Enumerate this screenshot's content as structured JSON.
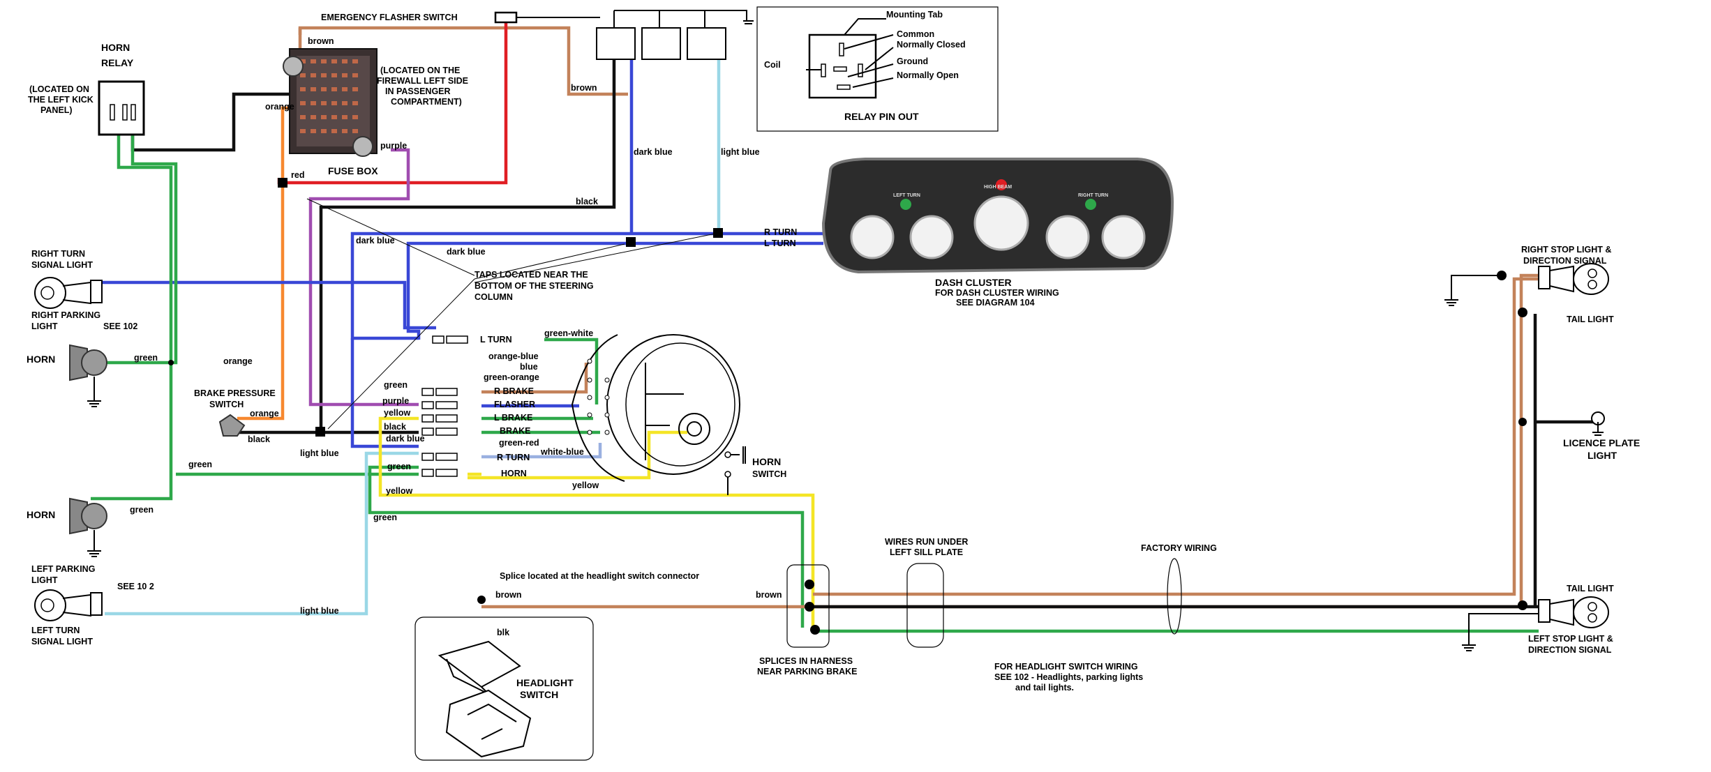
{
  "colors": {
    "black": "#101010",
    "red": "#e01e24",
    "brown": "#c3825a",
    "orange": "#f7882f",
    "green": "#2ea84a",
    "dark_blue": "#3947d6",
    "light_blue": "#9ad7e6",
    "yellow": "#f4e526",
    "purple": "#a04db0",
    "green_white": "#2ea84a",
    "blue": "#3947d6"
  },
  "labels": {
    "emergency_flasher_switch": "EMERGENCY FLASHER SWITCH",
    "horn_relay_1": "HORN",
    "horn_relay_2": "RELAY",
    "horn_relay_loc_1": "(LOCATED ON",
    "horn_relay_loc_2": "THE LEFT KICK",
    "horn_relay_loc_3": "PANEL)",
    "fuse_loc_1": "(LOCATED ON THE",
    "fuse_loc_2": "FIREWALL LEFT SIDE",
    "fuse_loc_3": "IN PASSENGER",
    "fuse_loc_4": "COMPARTMENT)",
    "fuse_box": "FUSE BOX",
    "brown": "brown",
    "orange": "orange",
    "purple": "purple",
    "red": "red",
    "black": "black",
    "green": "green",
    "yellow": "yellow",
    "blk": "blk",
    "dark_blue": "dark blue",
    "light_blue": "light blue",
    "green_white": "green-white",
    "orange_blue": "orange-blue",
    "blue": "blue",
    "green_orange": "green-orange",
    "green_red": "green-red",
    "white_blue": "white-blue",
    "relay_pin_out": "RELAY PIN OUT",
    "mounting_tab": "Mounting Tab",
    "common": "Common",
    "normally_closed": "Normally Closed",
    "coil": "Coil",
    "ground": "Ground",
    "normally_open": "Normally Open",
    "r_turn": "R TURN",
    "l_turn": "L TURN",
    "r_brake": "R BRAKE",
    "flasher": "FLASHER",
    "l_brake": "L BRAKE",
    "brake": "BRAKE",
    "horn": "HORN",
    "horn_switch_1": "HORN",
    "horn_switch_2": "SWITCH",
    "taps_1": "TAPS LOCATED NEAR THE",
    "taps_2": "BOTTOM OF THE STEERING",
    "taps_3": "COLUMN",
    "right_turn_1": "RIGHT TURN",
    "right_turn_2": "SIGNAL LIGHT",
    "right_parking_1": "RIGHT PARKING",
    "right_parking_2": "LIGHT",
    "see_102": "SEE 102",
    "see_10_2": "SEE 10 2",
    "horn_upper": "HORN",
    "horn_lower": "HORN",
    "brake_pressure_1": "BRAKE PRESSURE",
    "brake_pressure_2": "SWITCH",
    "left_parking_1": "LEFT PARKING",
    "left_parking_2": "LIGHT",
    "left_turn_1": "LEFT TURN",
    "left_turn_2": "SIGNAL LIGHT",
    "dash_cluster": "DASH CLUSTER",
    "dash_cluster_2": "FOR DASH CLUSTER WIRING",
    "dash_cluster_3": "SEE DIAGRAM 104",
    "gauge_left_turn": "LEFT TURN",
    "gauge_right_turn": "RIGHT TURN",
    "gauge_high_beam": "HIGH    BEAM",
    "splice_headlight": "Splice located at the headlight switch connector",
    "headlight_switch_1": "HEADLIGHT",
    "headlight_switch_2": "SWITCH",
    "splices_1": "SPLICES IN HARNESS",
    "splices_2": "NEAR PARKING BRAKE",
    "wires_run_1": "WIRES RUN UNDER",
    "wires_run_2": "LEFT SILL PLATE",
    "factory_wiring": "FACTORY WIRING",
    "hl_note_1": "FOR HEADLIGHT SWITCH WIRING",
    "hl_note_2": "SEE 102 - Headlights, parking lights",
    "hl_note_3": "and tail lights.",
    "right_stop_1": "RIGHT STOP LIGHT &",
    "right_stop_2": "DIRECTION  SIGNAL",
    "tail_light_upper": "TAIL LIGHT",
    "licence_1": "LICENCE PLATE",
    "licence_2": "LIGHT",
    "tail_light_lower": "TAIL LIGHT",
    "left_stop_1": "LEFT STOP LIGHT &",
    "left_stop_2": "DIRECTION SIGNAL"
  }
}
